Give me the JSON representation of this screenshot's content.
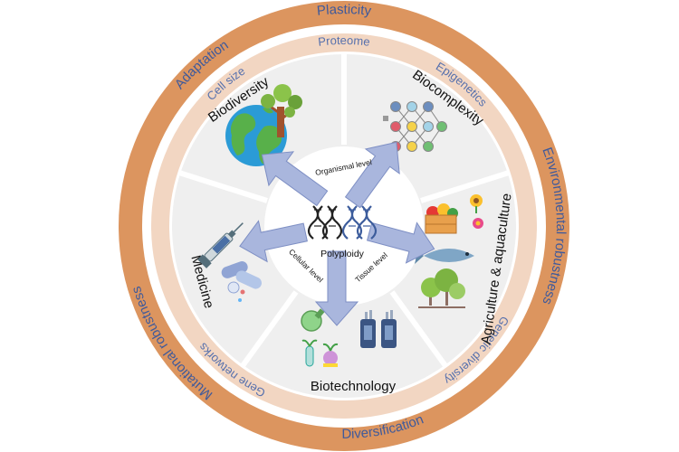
{
  "outer_ring": {
    "plasticity": "Plasticity",
    "environmental_robustness": "Environmental robustness",
    "diversification": "Diversification",
    "mutational_robustness": "Mutational robustness",
    "adaptation": "Adaptation"
  },
  "inner_ring": {
    "proteome": "Proteome",
    "epigenetics": "Epigenetics",
    "genetic_diversity": "Genetic diversity",
    "gene_networks": "Gene networks",
    "cell_size": "Cell size"
  },
  "applications": {
    "biodiversity": "Biodiversity",
    "biocomplexity": "Biocomplexity",
    "agriculture": "Agriculture & aquaculture",
    "biotechnology": "Biotechnology",
    "medicine": "Medicine"
  },
  "levels": {
    "organismal": "Organismal level",
    "tissue": "Tissue  level",
    "cellular": "Cellular level"
  },
  "center": {
    "label": "Polyploidy"
  },
  "colors": {
    "outer_ring": "#dc955f",
    "inner_ring": "#f2d6c2",
    "segments": "#efefef",
    "arrows": "#a9b6dd",
    "arrow_stroke": "#7e8fc4",
    "outer_text": "#3f5a9b",
    "inner_text": "#5670ad"
  },
  "icons": [
    "globe-icon",
    "tree-icon",
    "network-icon",
    "fruit-crate-icon",
    "flower-icon",
    "fish-icon",
    "trees-icon",
    "bioreactor-icon",
    "flask-icon",
    "test-tube-plant-icon",
    "syringe-icon",
    "pills-icon",
    "dna-icon"
  ]
}
